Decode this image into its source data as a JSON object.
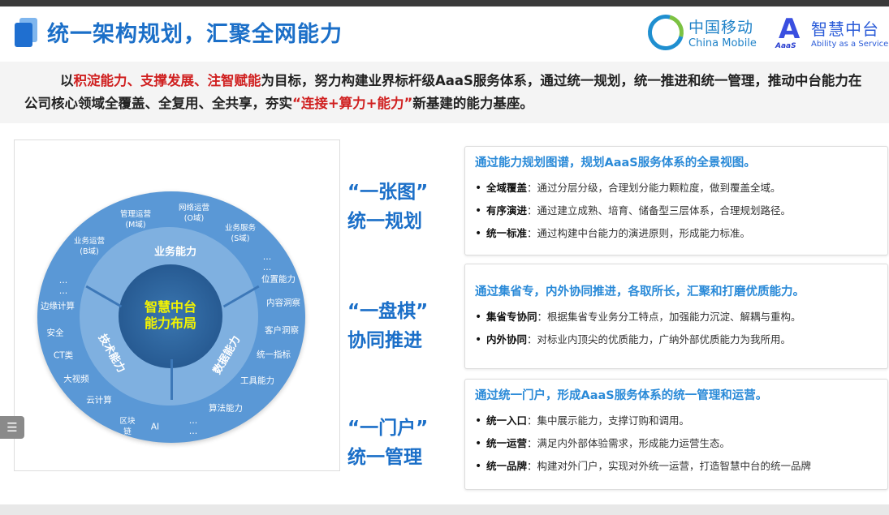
{
  "header": {
    "title": "统一架构规划，汇聚全网能力",
    "logo_cm_zh": "中国移动",
    "logo_cm_en": "China Mobile",
    "logo_aaas_mark": "AaaS",
    "logo_aaas_zh": "智慧中台",
    "logo_aaas_en": "Ability as a Service"
  },
  "intro": {
    "p1": "以",
    "r1": "积淀能力、支撑发展、注智赋能",
    "p2": "为目标，努力构建业界标杆级AaaS服务体系，通过统一规划，统一推进和统一管理，推动中台能力在公司核心领域全覆盖、全复用、全共享，夯实",
    "r2": "“连接+算力+能力”",
    "p3": "新基建的能力基座。"
  },
  "diagram": {
    "center": [
      "智慧中台",
      "能力布局"
    ],
    "segments": {
      "business": "业务能力",
      "tech": "技术能力",
      "data": "数据能力"
    },
    "outer": {
      "m": "管理运营(M域)",
      "o": "网络运营(O域)",
      "s": "业务服务(S域)",
      "b": "业务运营(B域)",
      "dots": "…\n…",
      "loc": "位置能力",
      "content": "内容洞察",
      "customer": "客户洞察",
      "metric": "统一指标",
      "tool": "工具能力",
      "algo": "算法能力",
      "ai": "AI",
      "chain": "区块链",
      "cloud": "云计算",
      "video": "大视频",
      "ct": "CT类",
      "security": "安全",
      "edge": "边缘计算"
    }
  },
  "sections": [
    {
      "slogan": [
        "“一张图”",
        "统一规划"
      ],
      "head": "通过能力规划图谱，规划AaaS服务体系的全景视图。",
      "items": [
        {
          "k": "全域覆盖",
          "v": "：通过分层分级，合理划分能力颗粒度，做到覆盖全域。"
        },
        {
          "k": "有序演进",
          "v": "：通过建立成熟、培育、储备型三层体系，合理规划路径。"
        },
        {
          "k": "统一标准",
          "v": "：通过构建中台能力的演进原则，形成能力标准。"
        }
      ]
    },
    {
      "slogan": [
        "“一盘棋”",
        "协同推进"
      ],
      "head": "通过集省专，内外协同推进，各取所长，汇聚和打磨优质能力。",
      "items": [
        {
          "k": "集省专协同",
          "v": "：根据集省专业务分工特点，加强能力沉淀、解耦与重构。"
        },
        {
          "k": "内外协同",
          "v": "：对标业内顶尖的优质能力，广纳外部优质能力为我所用。"
        }
      ]
    },
    {
      "slogan": [
        "“一门户”",
        "统一管理"
      ],
      "head": "通过统一门户，形成AaaS服务体系的统一管理和运营。",
      "items": [
        {
          "k": "统一入口",
          "v": "：集中展示能力，支撑订购和调用。"
        },
        {
          "k": "统一运营",
          "v": "：满足内外部体验需求，形成能力运营生态。"
        },
        {
          "k": "统一品牌",
          "v": "：构建对外门户，实现对外统一运营，打造智慧中台的统一品牌"
        }
      ]
    }
  ],
  "float_button": "☰"
}
